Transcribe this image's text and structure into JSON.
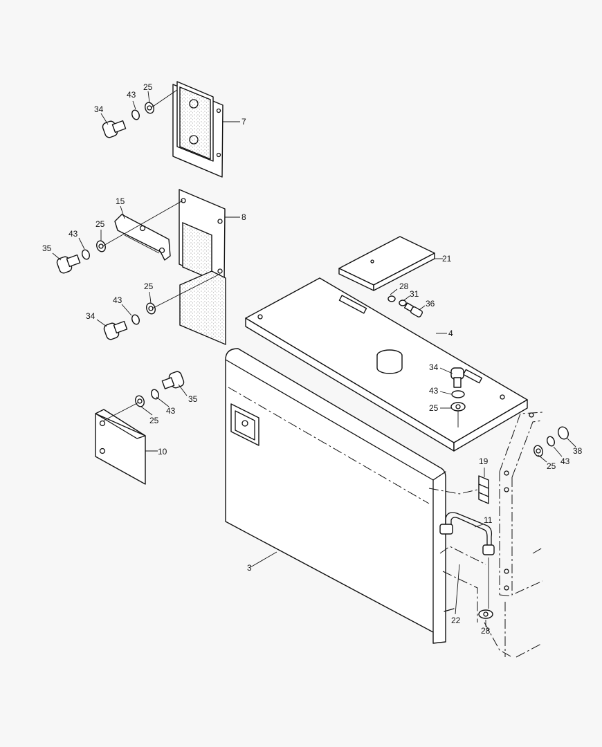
{
  "labels": {
    "p7": "7",
    "p8": "8",
    "p15": "15",
    "p21": "21",
    "p4": "4",
    "p10": "10",
    "p3": "3",
    "p19": "19",
    "p11": "11",
    "p22": "22",
    "p28a": "28",
    "p28b": "28",
    "p31": "31",
    "p36": "36",
    "p38": "38",
    "p34a": "34",
    "p34b": "34",
    "p34c": "34",
    "p35a": "35",
    "p35b": "35",
    "p43a": "43",
    "p43b": "43",
    "p43c": "43",
    "p43d": "43",
    "p43e": "43",
    "p43f": "43",
    "p25a": "25",
    "p25b": "25",
    "p25c": "25",
    "p25d": "25",
    "p25e": "25",
    "p25f": "25"
  }
}
